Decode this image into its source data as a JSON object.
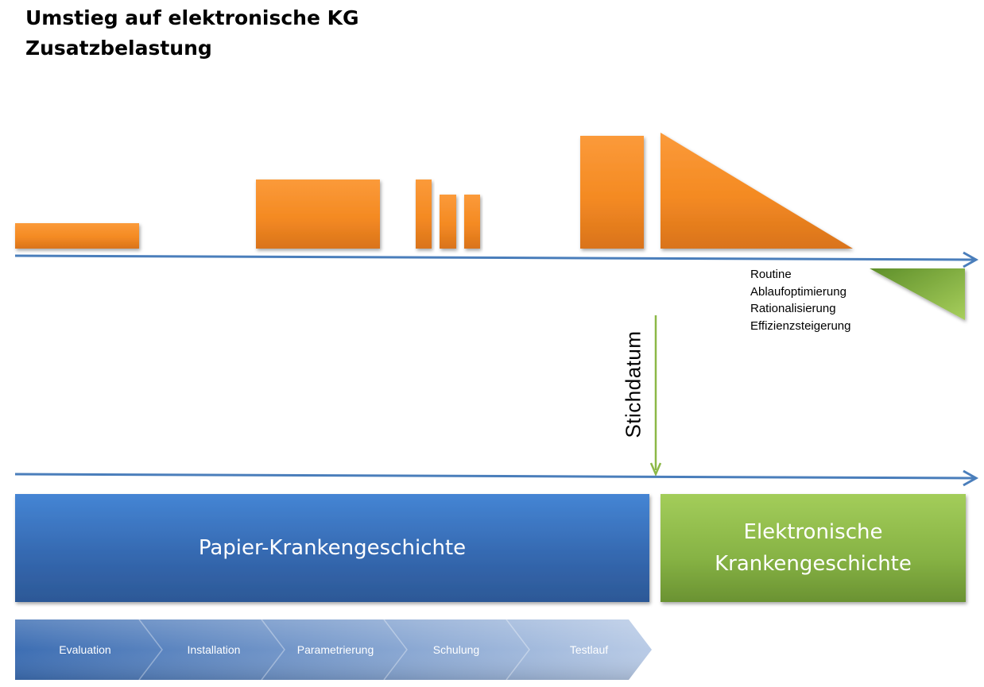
{
  "title": {
    "line1": "Umstieg auf elektronische KG",
    "line2": "Zusatzbelastung"
  },
  "benefits": [
    "Routine",
    "Ablaufoptimierung",
    "Rationalisierung",
    "Effizienzsteigerung"
  ],
  "milestone_label": "Stichdatum",
  "paper_record": {
    "label": "Papier-Krankengeschichte"
  },
  "electronic_record": {
    "line1": "Elektronische",
    "line2": "Krankengeschichte"
  },
  "phases": [
    "Evaluation",
    "Installation",
    "Parametrierung",
    "Schulung",
    "Testlauf"
  ],
  "colors": {
    "workload": "#f7901e",
    "timeline": "#4a7ebb",
    "paper": "#3a6fba",
    "electronic": "#8cb847",
    "phases": "#4f7fc0"
  }
}
